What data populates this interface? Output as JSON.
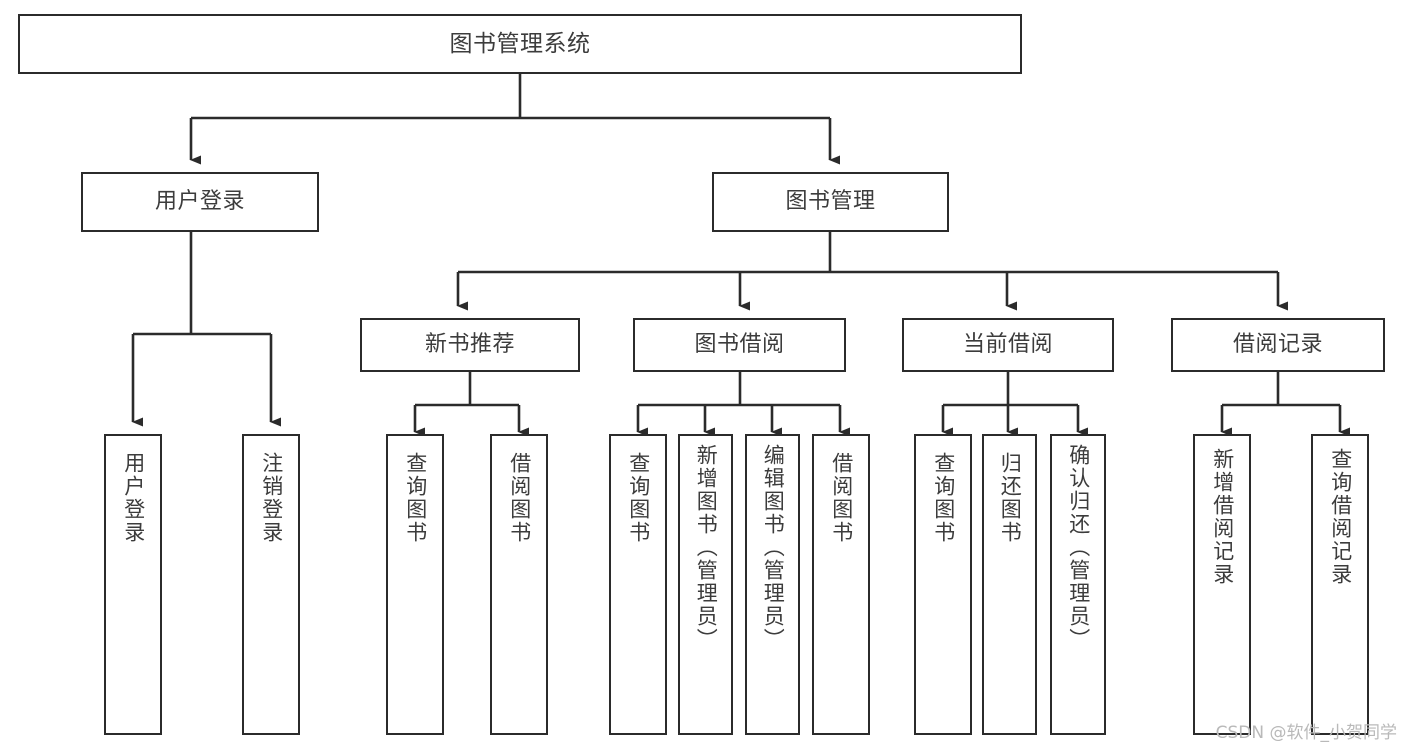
{
  "diagram": {
    "type": "tree",
    "title": "图书管理系统",
    "root": {
      "label": "图书管理系统"
    },
    "level1": [
      {
        "id": "user-login",
        "label": "用户登录"
      },
      {
        "id": "book-manage",
        "label": "图书管理"
      }
    ],
    "level2": [
      {
        "id": "new-book-recommend",
        "label": "新书推荐",
        "parent": "book-manage"
      },
      {
        "id": "book-borrow",
        "label": "图书借阅",
        "parent": "book-manage"
      },
      {
        "id": "current-borrow",
        "label": "当前借阅",
        "parent": "book-manage"
      },
      {
        "id": "borrow-record",
        "label": "借阅记录",
        "parent": "book-manage"
      }
    ],
    "leaves": {
      "user_login": [
        {
          "id": "leaf-user-login",
          "label": "用户登录"
        },
        {
          "id": "leaf-logout-login",
          "label": "注销登录"
        }
      ],
      "new_book_recommend": [
        {
          "id": "leaf-query-book-1",
          "label": "查询图书"
        },
        {
          "id": "leaf-borrow-book-1",
          "label": "借阅图书"
        }
      ],
      "book_borrow": [
        {
          "id": "leaf-query-book-2",
          "label": "查询图书"
        },
        {
          "id": "leaf-add-book",
          "label": "新增图书（管理员）"
        },
        {
          "id": "leaf-edit-book",
          "label": "编辑图书（管理员）"
        },
        {
          "id": "leaf-borrow-book-2",
          "label": "借阅图书"
        }
      ],
      "current_borrow": [
        {
          "id": "leaf-query-book-3",
          "label": "查询图书"
        },
        {
          "id": "leaf-return-book",
          "label": "归还图书"
        },
        {
          "id": "leaf-confirm-return",
          "label": "确认归还（管理员）"
        }
      ],
      "borrow_record": [
        {
          "id": "leaf-add-record",
          "label": "新增借阅记录"
        },
        {
          "id": "leaf-query-record",
          "label": "查询借阅记录"
        }
      ]
    },
    "colors": {
      "background": "#ffffff",
      "node_border": "#2b2b2b",
      "node_fill": "#ffffff",
      "text": "#3c3c3c",
      "edge": "#2b2b2b",
      "watermark": "#b9b9b9"
    }
  },
  "watermark": {
    "text": "CSDN @软件_小贺同学"
  }
}
